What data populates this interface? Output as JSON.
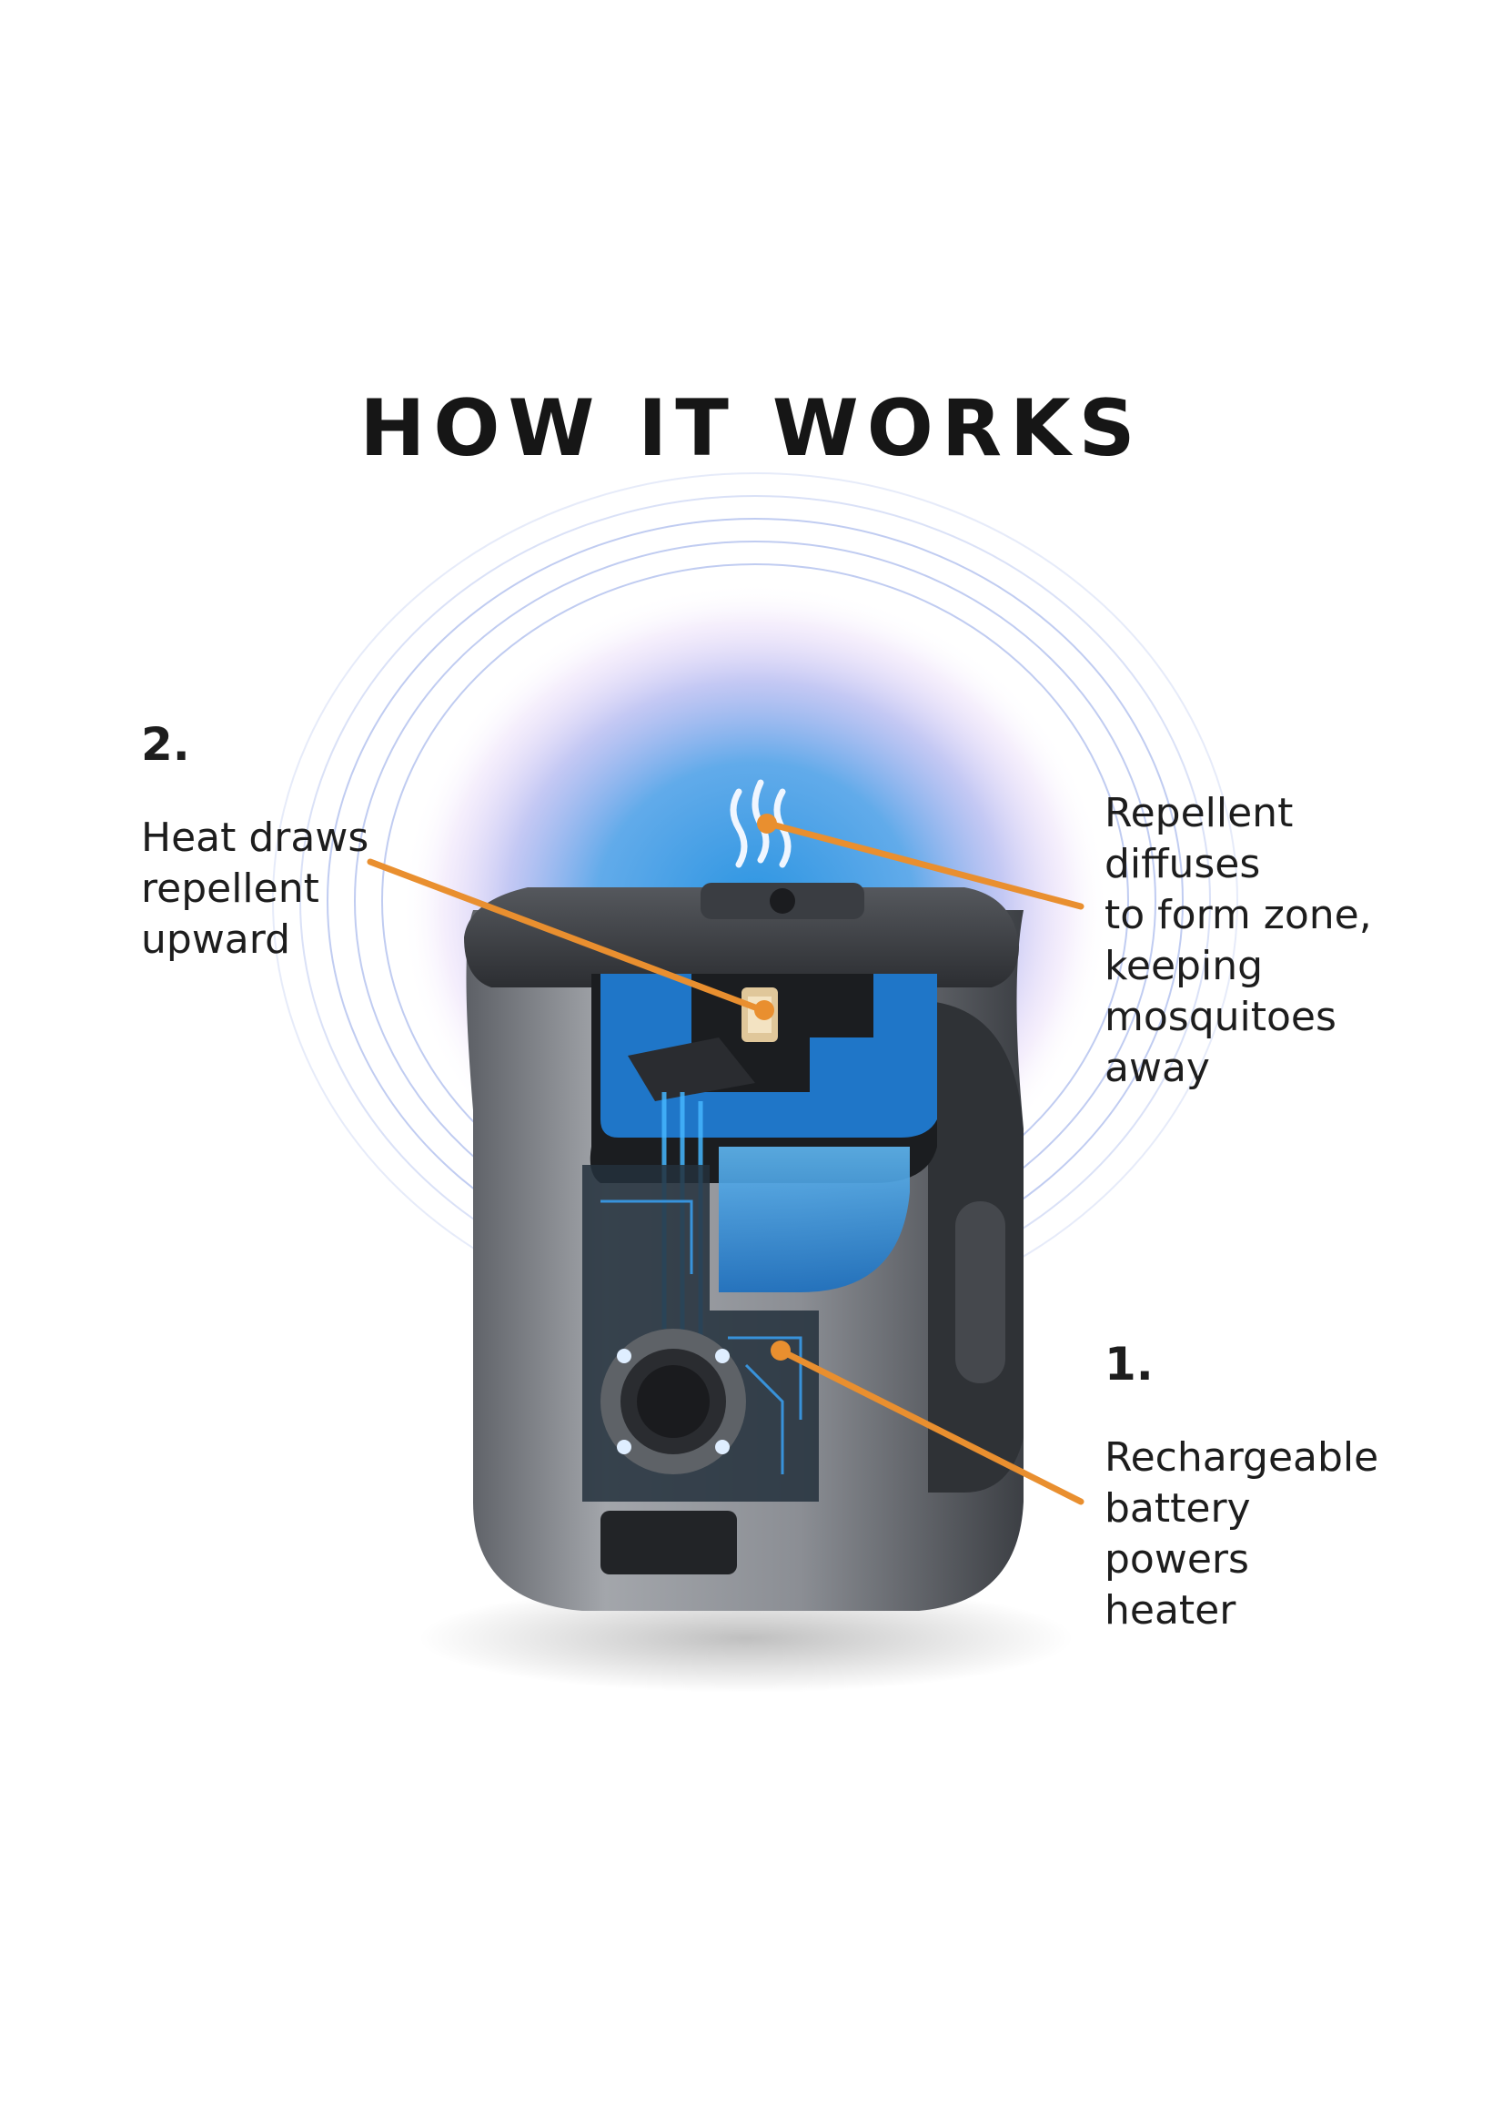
{
  "title": "HOW IT WORKS",
  "accent_color": "#e98f2f",
  "glow_color": "#1f8fe0",
  "callouts": {
    "heat": {
      "number": "2.",
      "lines": [
        "Heat draws",
        "repellent",
        "upward"
      ]
    },
    "diffuse": {
      "lines": [
        "Repellent",
        "diffuses",
        "to form zone,",
        "keeping",
        "mosquitoes",
        "away"
      ]
    },
    "battery": {
      "number": "1.",
      "lines": [
        "Rechargeable",
        "battery",
        "powers",
        "heater"
      ]
    }
  }
}
